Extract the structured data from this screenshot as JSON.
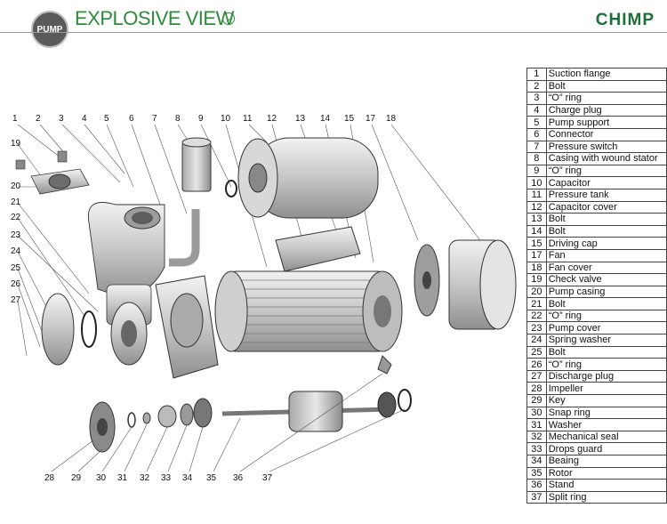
{
  "header": {
    "badge": "PUMP",
    "title": "EXPLOSIVE VIEW",
    "title_icon": "chevron-circle-icon",
    "brand": "CHIMP"
  },
  "colors": {
    "title": "#2f8a3a",
    "brand": "#1f6f3a",
    "badge": "#5a5a5a"
  },
  "callouts": [
    "1",
    "2",
    "3",
    "4",
    "5",
    "6",
    "7",
    "8",
    "9",
    "10",
    "11",
    "12",
    "13",
    "14",
    "15",
    "17",
    "18",
    "19",
    "20",
    "21",
    "22",
    "23",
    "24",
    "25",
    "26",
    "27",
    "28",
    "29",
    "30",
    "31",
    "32",
    "33",
    "34",
    "35",
    "36",
    "37"
  ],
  "parts": [
    {
      "num": "1",
      "name": "Suction flange"
    },
    {
      "num": "2",
      "name": "Bolt"
    },
    {
      "num": "3",
      "name": "“O” ring"
    },
    {
      "num": "4",
      "name": "Charge plug"
    },
    {
      "num": "5",
      "name": "Pump support"
    },
    {
      "num": "6",
      "name": "Connector"
    },
    {
      "num": "7",
      "name": "Pressure switch"
    },
    {
      "num": "8",
      "name": "Casing with wound stator"
    },
    {
      "num": "9",
      "name": "“O” ring"
    },
    {
      "num": "10",
      "name": "Capacitor"
    },
    {
      "num": "11",
      "name": "Pressure tank"
    },
    {
      "num": "12",
      "name": "Capacitor cover"
    },
    {
      "num": "13",
      "name": "Bolt"
    },
    {
      "num": "14",
      "name": "Bolt"
    },
    {
      "num": "15",
      "name": "Driving cap"
    },
    {
      "num": "17",
      "name": "Fan"
    },
    {
      "num": "18",
      "name": "Fan cover"
    },
    {
      "num": "19",
      "name": "Check valve"
    },
    {
      "num": "20",
      "name": "Pump casing"
    },
    {
      "num": "21",
      "name": "Bolt"
    },
    {
      "num": "22",
      "name": "“O” ring"
    },
    {
      "num": "23",
      "name": "Pump cover"
    },
    {
      "num": "24",
      "name": "Spring washer"
    },
    {
      "num": "25",
      "name": "Bolt"
    },
    {
      "num": "26",
      "name": "“O” ring"
    },
    {
      "num": "27",
      "name": "Discharge plug"
    },
    {
      "num": "28",
      "name": "Impeller"
    },
    {
      "num": "29",
      "name": "Key"
    },
    {
      "num": "30",
      "name": "Snap ring"
    },
    {
      "num": "31",
      "name": "Washer"
    },
    {
      "num": "32",
      "name": "Mechanical seal"
    },
    {
      "num": "33",
      "name": "Drops guard"
    },
    {
      "num": "34",
      "name": "Beaing"
    },
    {
      "num": "35",
      "name": "Rotor"
    },
    {
      "num": "36",
      "name": "Stand"
    },
    {
      "num": "37",
      "name": "Split ring"
    }
  ]
}
